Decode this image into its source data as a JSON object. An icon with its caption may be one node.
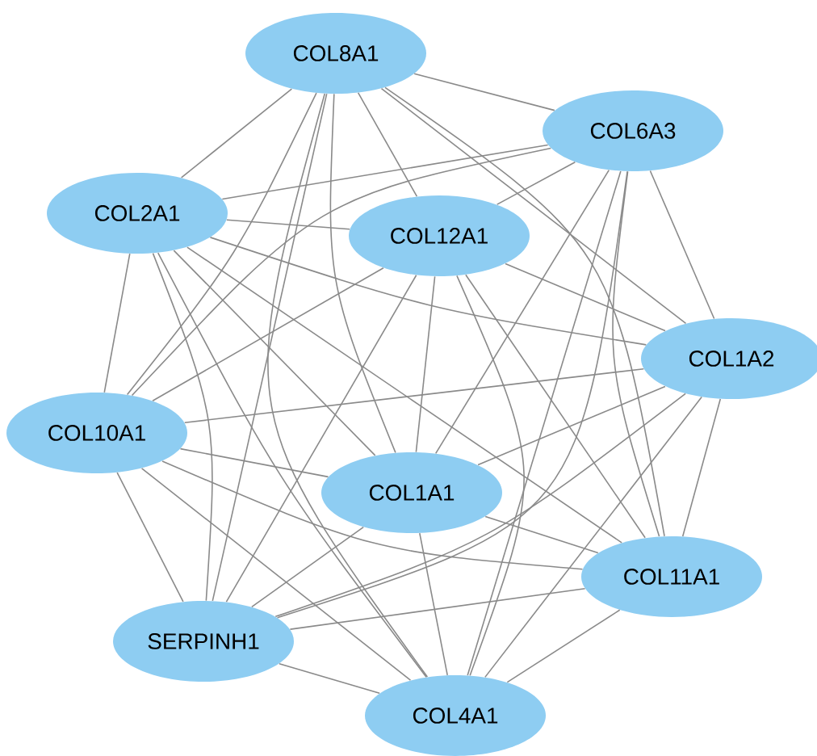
{
  "diagram": {
    "nodes": [
      {
        "text": [
          "COL8A1"
        ]
      },
      {
        "text": [
          "COL6A3"
        ]
      },
      {
        "text": [
          "COL2A1"
        ]
      },
      {
        "text": [
          "COL12A1"
        ]
      },
      {
        "text": [
          "COL1A2"
        ]
      },
      {
        "text": [
          "COL10A1"
        ]
      },
      {
        "text": [
          "COL1A1"
        ]
      },
      {
        "text": [
          "COL11A1"
        ]
      },
      {
        "text": [
          "SERPINH1"
        ]
      },
      {
        "text": [
          "COL4A1"
        ]
      }
    ],
    "edges": [
      {
        "from": 0,
        "to": 1,
        "arrow": "none"
      },
      {
        "from": 0,
        "to": 2,
        "arrow": "none"
      },
      {
        "from": 0,
        "to": 3,
        "arrow": "none"
      },
      {
        "from": 0,
        "to": 4,
        "arrow": "none"
      },
      {
        "from": 0,
        "to": 5,
        "arrow": "none"
      },
      {
        "from": 0,
        "to": 6,
        "arrow": "none"
      },
      {
        "from": 0,
        "to": 7,
        "arrow": "none"
      },
      {
        "from": 0,
        "to": 8,
        "arrow": "none"
      },
      {
        "from": 0,
        "to": 9,
        "arrow": "none"
      },
      {
        "from": 1,
        "to": 2,
        "arrow": "none"
      },
      {
        "from": 1,
        "to": 3,
        "arrow": "none"
      },
      {
        "from": 1,
        "to": 4,
        "arrow": "none"
      },
      {
        "from": 1,
        "to": 5,
        "arrow": "none"
      },
      {
        "from": 1,
        "to": 6,
        "arrow": "none"
      },
      {
        "from": 1,
        "to": 7,
        "arrow": "none"
      },
      {
        "from": 1,
        "to": 8,
        "arrow": "none"
      },
      {
        "from": 1,
        "to": 9,
        "arrow": "none"
      },
      {
        "from": 2,
        "to": 3,
        "arrow": "none"
      },
      {
        "from": 2,
        "to": 4,
        "arrow": "none"
      },
      {
        "from": 2,
        "to": 5,
        "arrow": "none"
      },
      {
        "from": 2,
        "to": 6,
        "arrow": "none"
      },
      {
        "from": 2,
        "to": 7,
        "arrow": "none"
      },
      {
        "from": 2,
        "to": 8,
        "arrow": "none"
      },
      {
        "from": 2,
        "to": 9,
        "arrow": "none"
      },
      {
        "from": 3,
        "to": 4,
        "arrow": "none"
      },
      {
        "from": 3,
        "to": 5,
        "arrow": "none"
      },
      {
        "from": 3,
        "to": 6,
        "arrow": "none"
      },
      {
        "from": 3,
        "to": 7,
        "arrow": "none"
      },
      {
        "from": 3,
        "to": 8,
        "arrow": "none"
      },
      {
        "from": 3,
        "to": 9,
        "arrow": "none"
      },
      {
        "from": 4,
        "to": 5,
        "arrow": "none"
      },
      {
        "from": 4,
        "to": 6,
        "arrow": "none"
      },
      {
        "from": 4,
        "to": 7,
        "arrow": "none"
      },
      {
        "from": 4,
        "to": 8,
        "arrow": "none"
      },
      {
        "from": 4,
        "to": 9,
        "arrow": "none"
      },
      {
        "from": 5,
        "to": 6,
        "arrow": "none"
      },
      {
        "from": 5,
        "to": 7,
        "arrow": "none"
      },
      {
        "from": 5,
        "to": 8,
        "arrow": "none"
      },
      {
        "from": 5,
        "to": 9,
        "arrow": "none"
      },
      {
        "from": 6,
        "to": 7,
        "arrow": "none"
      },
      {
        "from": 6,
        "to": 8,
        "arrow": "none"
      },
      {
        "from": 6,
        "to": 9,
        "arrow": "none"
      },
      {
        "from": 7,
        "to": 8,
        "arrow": "none"
      },
      {
        "from": 7,
        "to": 9,
        "arrow": "none"
      },
      {
        "from": 8,
        "to": 9,
        "arrow": "none"
      }
    ]
  }
}
